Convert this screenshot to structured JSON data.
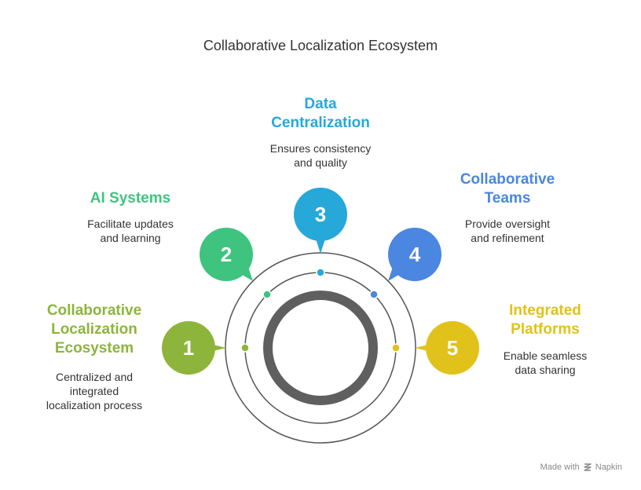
{
  "title": "Collaborative Localization Ecosystem",
  "steps": [
    {
      "number": "1",
      "heading": "Collaborative\nLocalization\nEcosystem",
      "description": "Centralized and\nintegrated\nlocalization process",
      "color": "#8db53b"
    },
    {
      "number": "2",
      "heading": "AI Systems",
      "description": "Facilitate updates\nand learning",
      "color": "#3ec47f"
    },
    {
      "number": "3",
      "heading": "Data\nCentralization",
      "description": "Ensures consistency\nand quality",
      "color": "#26a8d8"
    },
    {
      "number": "4",
      "heading": "Collaborative\nTeams",
      "description": "Provide oversight\nand refinement",
      "color": "#4b86e0"
    },
    {
      "number": "5",
      "heading": "Integrated\nPlatforms",
      "description": "Enable seamless\ndata sharing",
      "color": "#e0c21a"
    }
  ],
  "ring_color": "#5f5f5f",
  "footer": {
    "made_with": "Made with",
    "brand": "Napkin"
  }
}
